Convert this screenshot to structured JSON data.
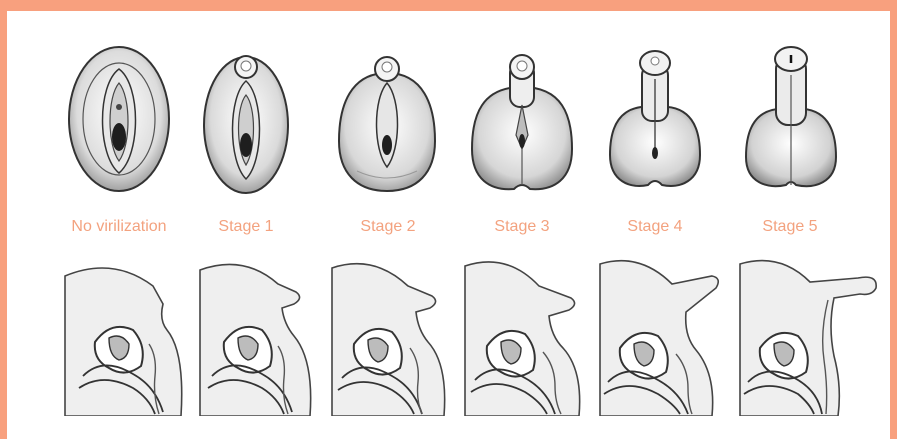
{
  "frame_color": "#f8a07e",
  "label_color": "#f3a27f",
  "stages": [
    {
      "label": "No virilization",
      "level": 0
    },
    {
      "label": "Stage 1",
      "level": 1
    },
    {
      "label": "Stage 2",
      "level": 2
    },
    {
      "label": "Stage 3",
      "level": 3
    },
    {
      "label": "Stage 4",
      "level": 4
    },
    {
      "label": "Stage 5",
      "level": 5
    }
  ]
}
